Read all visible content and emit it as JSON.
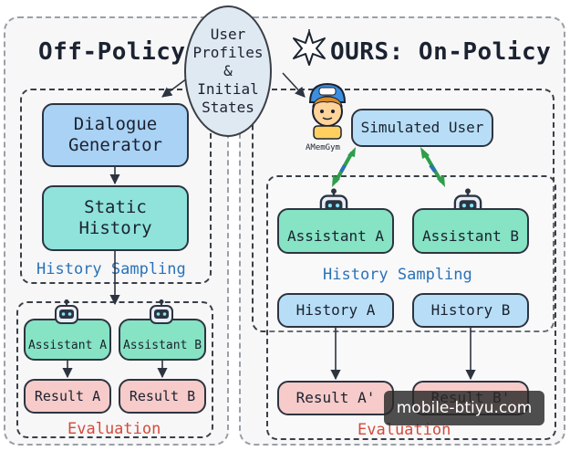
{
  "center": {
    "user_profiles": "User\nProfiles\n&\nInitial\nStates"
  },
  "off_policy": {
    "title": "Off-Policy",
    "dialogue_generator": "Dialogue\nGenerator",
    "static_history": "Static\nHistory",
    "history_sampling": "History Sampling",
    "assistant_a": "Assistant A",
    "assistant_b": "Assistant B",
    "result_a": "Result A",
    "result_b": "Result B",
    "evaluation": "Evaluation"
  },
  "on_policy": {
    "title": "OURS: On-Policy",
    "simulated_user": "Simulated User",
    "amemgym_tag": "AMemGym",
    "assistant_a": "Assistant A",
    "assistant_b": "Assistant B",
    "history_sampling": "History Sampling",
    "history_a": "History A",
    "history_b": "History B",
    "result_a": "Result A'",
    "result_b": "Result B'",
    "evaluation": "Evaluation"
  },
  "watermark": "mobile-btiyu.com",
  "colors": {
    "blue_node": "#a9d2f5",
    "teal_node": "#8fe3da",
    "mint_node": "#86e3c3",
    "pink_node": "#f6cbc9",
    "label_blue": "#2a72b8",
    "label_red": "#d24b3b",
    "arrow_green": "#2e9e4a",
    "arrow_blue": "#2a72b8"
  },
  "icons": [
    "robot-icon",
    "user-avatar-icon",
    "star-burst-icon"
  ]
}
